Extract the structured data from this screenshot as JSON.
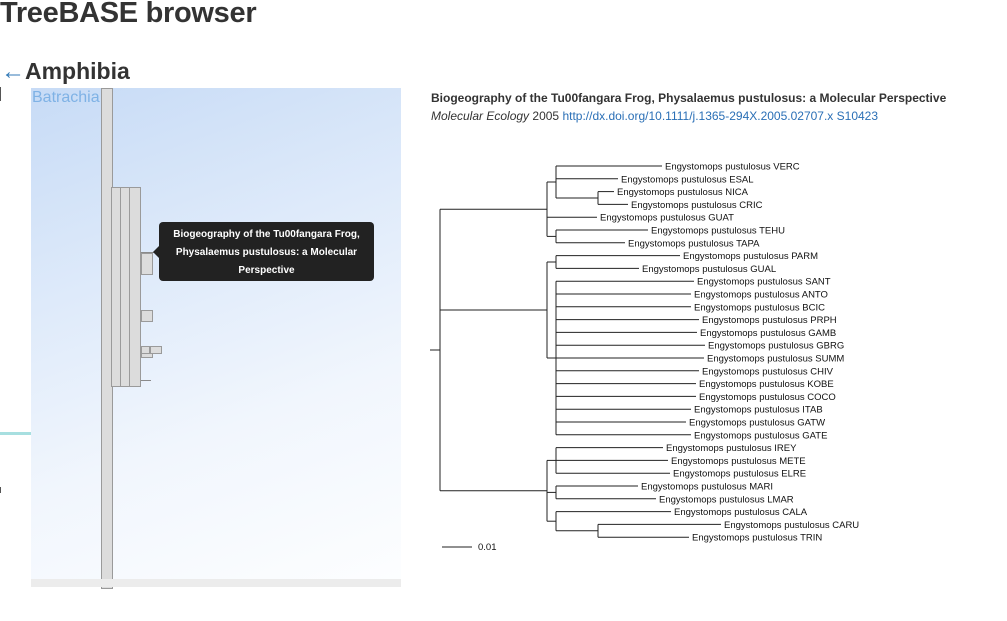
{
  "app": {
    "title": "TreeBASE browser"
  },
  "nav": {
    "back_arrow": "←",
    "back_icon": "left-arrow-icon",
    "current_node": "Amphibia",
    "parent_node": "Batrachia"
  },
  "tooltip": {
    "text": "Biogeography of the Tu00fangara Frog, Physalaemus pustulosus: a Molecular Perspective"
  },
  "study": {
    "title": "Biogeography of the Tu00fangara Frog, Physalaemus pustulosus: a Molecular Perspective",
    "journal": "Molecular Ecology",
    "year": "2005",
    "doi_link": "http://dx.doi.org/10.1111/j.1365-294X.2005.02707.x",
    "study_id": "S10423"
  },
  "tree": {
    "scale_label": "0.01",
    "leaves": [
      "Engystomops pustulosus VERC",
      "Engystomops pustulosus ESAL",
      "Engystomops pustulosus NICA",
      "Engystomops pustulosus CRIC",
      "Engystomops pustulosus GUAT",
      "Engystomops pustulosus TEHU",
      "Engystomops pustulosus TAPA",
      "Engystomops pustulosus PARM",
      "Engystomops pustulosus GUAL",
      "Engystomops pustulosus SANT",
      "Engystomops pustulosus ANTO",
      "Engystomops pustulosus BCIC",
      "Engystomops pustulosus PRPH",
      "Engystomops pustulosus GAMB",
      "Engystomops pustulosus GBRG",
      "Engystomops pustulosus SUMM",
      "Engystomops pustulosus CHIV",
      "Engystomops pustulosus KOBE",
      "Engystomops pustulosus COCO",
      "Engystomops pustulosus ITAB",
      "Engystomops pustulosus GATW",
      "Engystomops pustulosus GATE",
      "Engystomops pustulosus IREY",
      "Engystomops pustulosus METE",
      "Engystomops pustulosus ELRE",
      "Engystomops pustulosus MARI",
      "Engystomops pustulosus LMAR",
      "Engystomops pustulosus CALA",
      "Engystomops pustulosus CARU",
      "Engystomops pustulosus TRIN"
    ]
  }
}
